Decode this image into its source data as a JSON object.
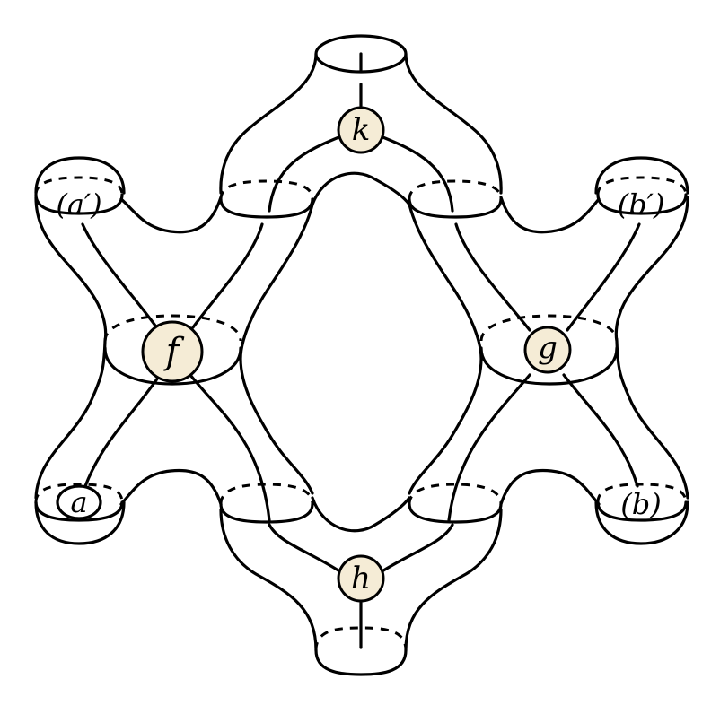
{
  "nodes": {
    "k": "k",
    "f": "f",
    "g": "g",
    "h": "h"
  },
  "boundary_labels": {
    "a_prime": "(a′)",
    "b_prime": "(b′)",
    "a": "a",
    "b": "(b)"
  },
  "colors": {
    "node_fill": "#f5ecd6",
    "stroke": "#000000"
  }
}
